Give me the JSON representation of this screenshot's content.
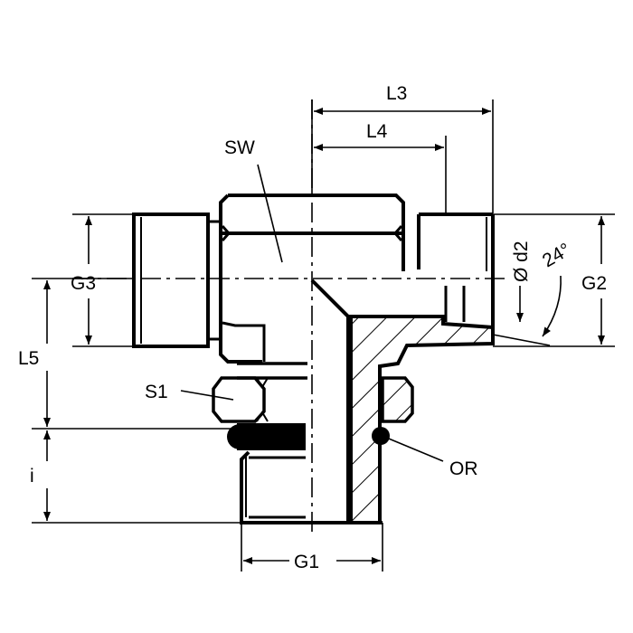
{
  "labels": {
    "L3": "L3",
    "L4": "L4",
    "SW": "SW",
    "G3": "G3",
    "G2": "G2",
    "d2": "Ø d2",
    "angle": "24°",
    "L5": "L5",
    "S1": "S1",
    "i": "i",
    "OR": "OR",
    "G1": "G1"
  },
  "colors": {
    "line": "#000000",
    "background": "#ffffff"
  }
}
